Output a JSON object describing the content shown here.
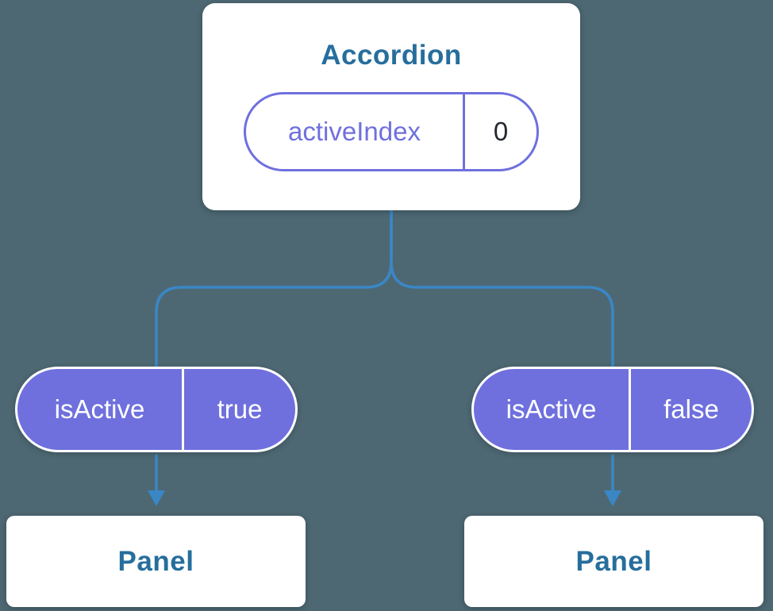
{
  "colors": {
    "background": "#4d6873",
    "card_bg": "#ffffff",
    "title_text": "#266e9c",
    "connector_blue": "#3a87c6",
    "pill_purple": "#6f70de",
    "value_text": "#23272f"
  },
  "tree": {
    "root": {
      "title": "Accordion",
      "state": {
        "name": "activeIndex",
        "value": "0"
      }
    },
    "children": [
      {
        "prop": {
          "name": "isActive",
          "value": "true"
        },
        "panel": "Panel"
      },
      {
        "prop": {
          "name": "isActive",
          "value": "false"
        },
        "panel": "Panel"
      }
    ]
  }
}
